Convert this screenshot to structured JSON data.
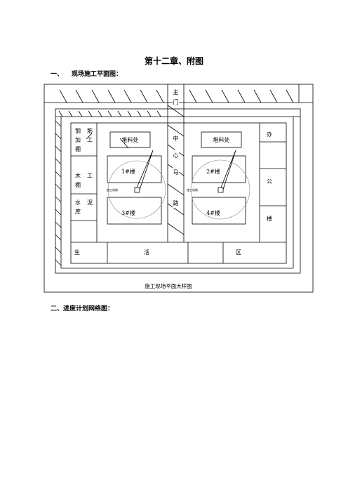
{
  "chapter_title": "第十二章、附图",
  "section1": {
    "number": "一、",
    "title": "现场施工平面图："
  },
  "section2": {
    "title": "二、进度计划网络图："
  },
  "plan": {
    "gate_top": [
      "主",
      "门"
    ],
    "road_chars": [
      "中",
      "心",
      "马",
      "路"
    ],
    "rebar_shed": [
      "钢",
      "筋",
      "加",
      "工",
      "棚"
    ],
    "carpentry_shed": [
      "木",
      "工",
      "棚"
    ],
    "cement_store": [
      "水",
      "泥",
      "库"
    ],
    "stockpile_left": "堆料处",
    "stockpile_right": "堆料处",
    "building_1": "1#楼",
    "building_2": "2#楼",
    "building_3": "3#楼",
    "building_4": "4#楼",
    "crane_left": "施工机械",
    "crane_right": "施工机械",
    "office_chars": [
      "办",
      "公",
      "楼"
    ],
    "living_chars": [
      "生",
      "活",
      "区"
    ],
    "caption": "施工现场平面大样图"
  }
}
